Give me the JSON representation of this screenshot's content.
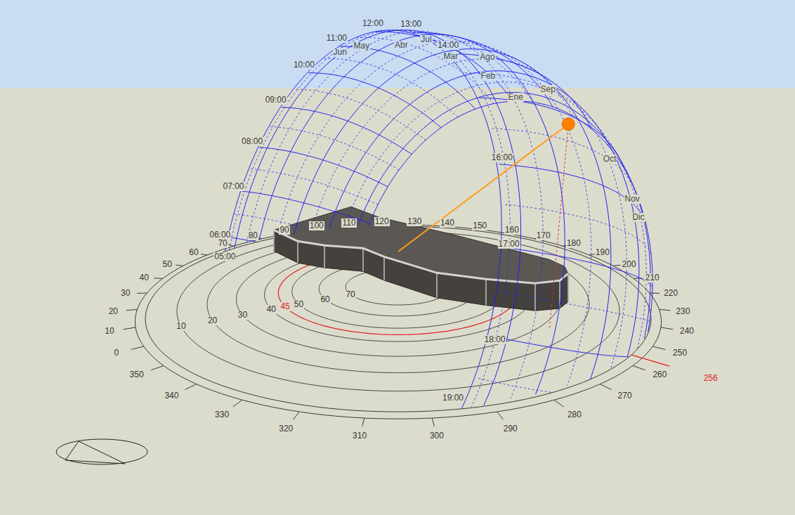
{
  "diagram": {
    "labels": [
      "05:00",
      "06:00",
      "07:00",
      "08:00",
      "09:00",
      "10:00",
      "11:00",
      "12:00",
      "13:00",
      "14:00",
      "16:00",
      "17:00",
      "18:00",
      "19:00",
      "Ene",
      "Feb",
      "Mar",
      "Abr",
      "May",
      "Jun",
      "Jul",
      "Ago",
      "Sep",
      "Oct",
      "Nov",
      "Dic",
      "0",
      "10",
      "20",
      "30",
      "40",
      "50",
      "60",
      "70",
      "80",
      "90",
      "100",
      "110",
      "120",
      "130",
      "140",
      "150",
      "160",
      "170",
      "180",
      "190",
      "200",
      "210",
      "220",
      "230",
      "240",
      "250",
      "260",
      "270",
      "280",
      "290",
      "300",
      "310",
      "320",
      "330",
      "340",
      "350",
      "256",
      "10",
      "20",
      "30",
      "40",
      "45",
      "50",
      "60",
      "70"
    ]
  }
}
